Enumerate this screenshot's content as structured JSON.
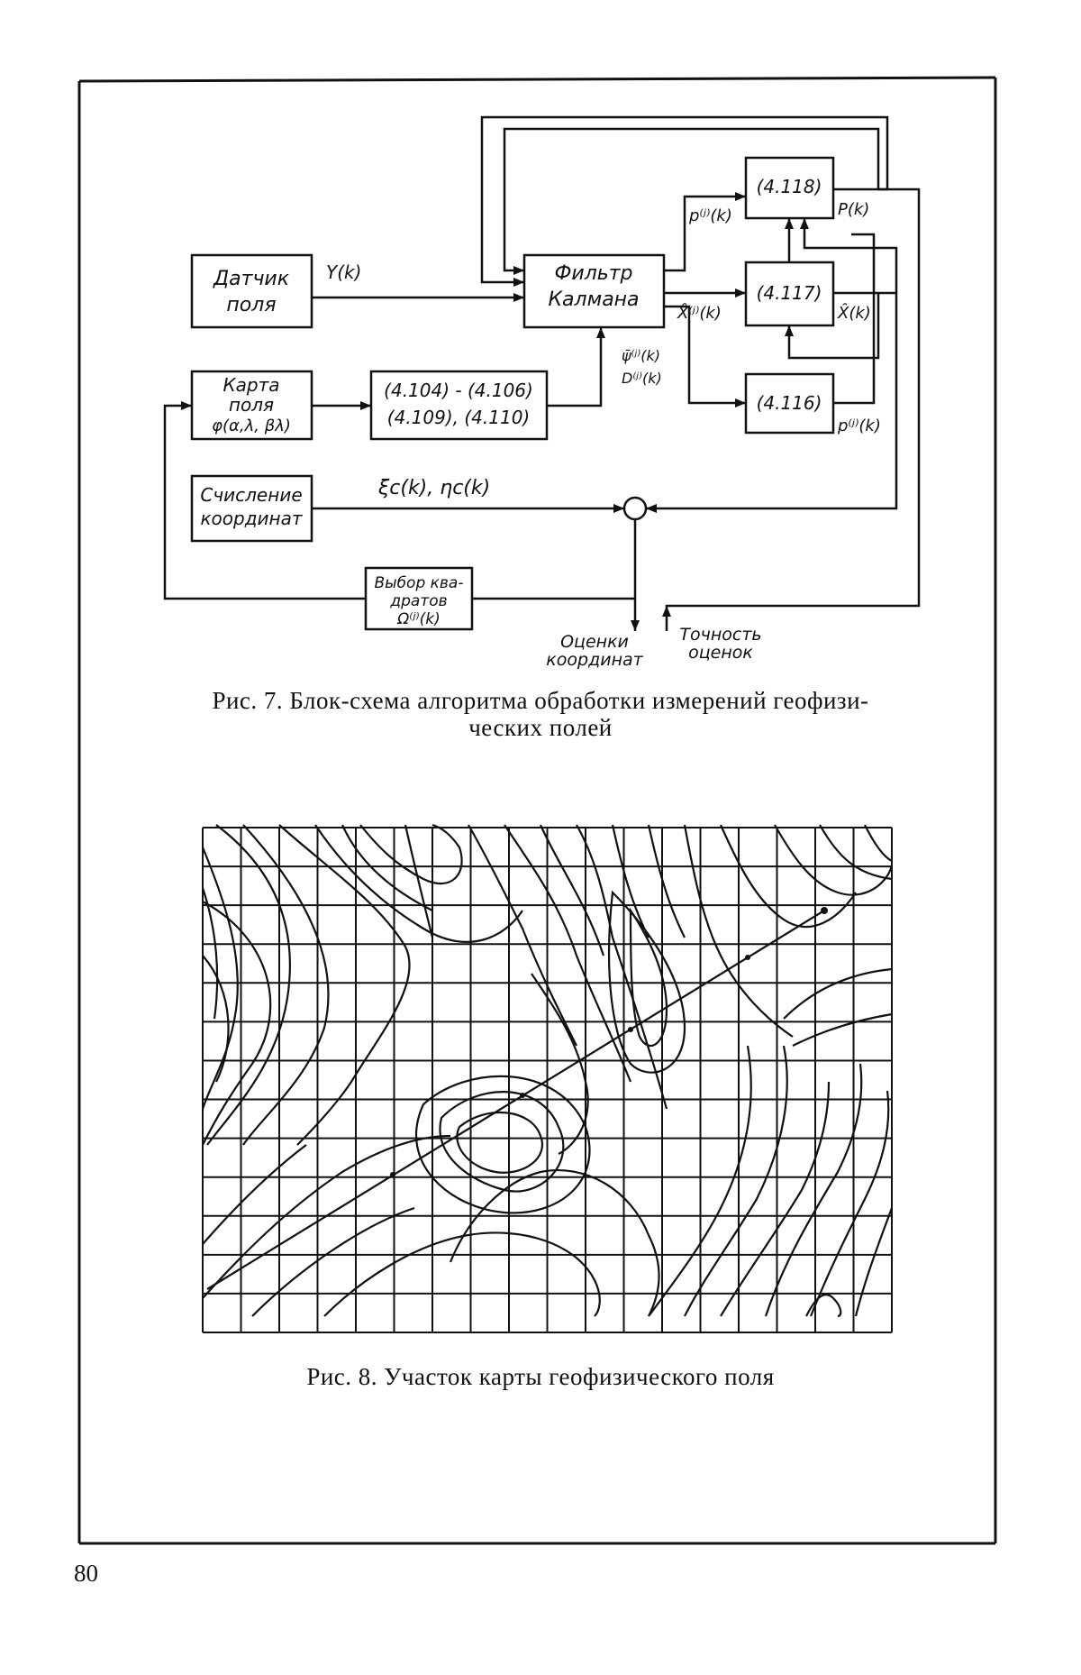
{
  "figure7": {
    "blocks": {
      "sensor_line1": "Датчик",
      "sensor_line2": "поля",
      "kalman_line1": "Фильтр",
      "kalman_line2": "Калмана",
      "map_line1": "Карта",
      "map_line2": "поля",
      "map_line3": "φ(α,λ, βλ)",
      "eq_line1": "(4.104) - (4.106)",
      "eq_line2": "(4.109), (4.110)",
      "block_118": "(4.118)",
      "block_117": "(4.117)",
      "block_116": "(4.116)",
      "dead_line1": "Счисление",
      "dead_line2": "координат",
      "choice_line1": "Выбор ква-",
      "choice_line2": "дратов",
      "choice_line3": "Ω⁽ʲ⁾(k)"
    },
    "signals": {
      "y_k": "Y(k)",
      "p_j_k": "p⁽ʲ⁾(k)",
      "p_k": "P(k)",
      "x_j_k": "X̂⁽ʲ⁾(k)",
      "x_k": "X̂(k)",
      "psi_k": "ψ̄⁽ʲ⁾(k)",
      "d_k": "D⁽ʲ⁾(k)",
      "p_j_k_out": "p⁽ʲ⁾(k)",
      "xi_eta": "ξc(k), ηc(k)"
    },
    "outputs": {
      "coords_line1": "Оценки",
      "coords_line2": "координат",
      "acc_line1": "Точность",
      "acc_line2": "оценок"
    },
    "caption_line1": "Рис. 7. Блок-схема алгоритма обработки измерений геофизи-",
    "caption_line2": "ческих полей"
  },
  "figure8": {
    "caption": "Рис. 8. Участок карты геофизического поля"
  },
  "page_number": "80"
}
